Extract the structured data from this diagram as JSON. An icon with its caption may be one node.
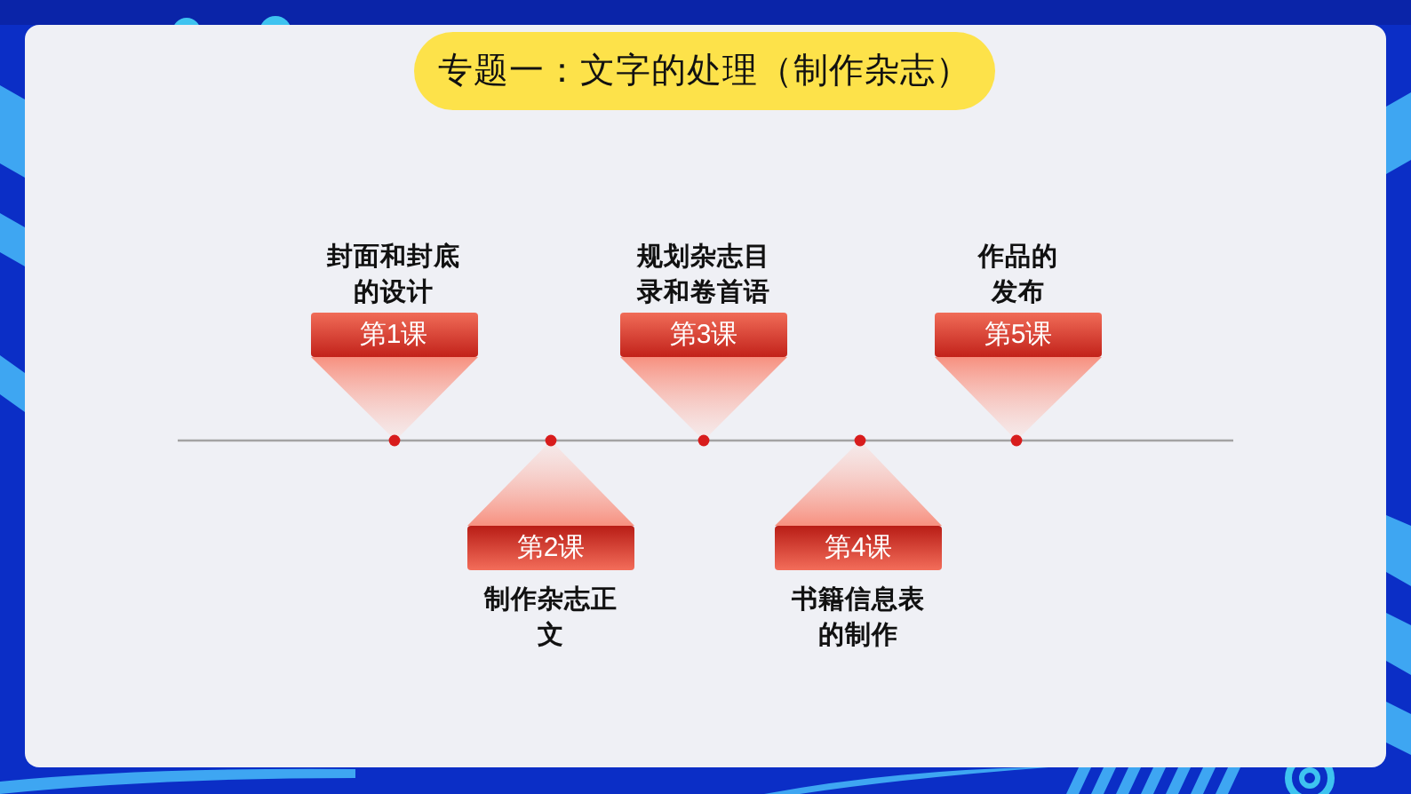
{
  "diagram": {
    "title": "专题一：文字的处理（制作杂志）",
    "nodes": [
      {
        "text": [
          "第1课"
        ],
        "beside": [
          "封面和封底的设计"
        ]
      },
      {
        "text": [
          "第2课"
        ],
        "beside": [
          "制作杂志正文"
        ]
      },
      {
        "text": [
          "第3课"
        ],
        "beside": [
          "规划杂志目录和卷首语"
        ]
      },
      {
        "text": [
          "第4课"
        ],
        "beside": [
          "书籍信息表的制作"
        ]
      },
      {
        "text": [
          "第5课"
        ],
        "beside": [
          "作品的发布"
        ]
      }
    ]
  }
}
